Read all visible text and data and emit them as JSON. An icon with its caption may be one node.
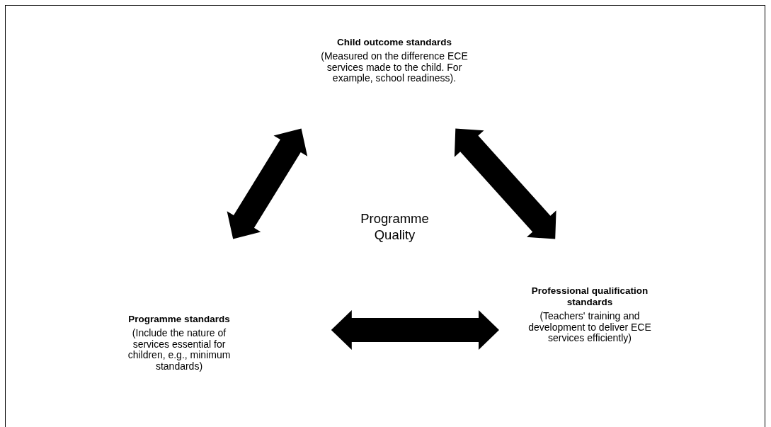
{
  "diagram": {
    "nodes": [
      {
        "text": [
          "Child outcome standards",
          "(Measured on the difference ECE services made to the child. For example, school readiness)."
        ]
      },
      {
        "text": [
          "Programme standards",
          "(Include the nature of services essential for children, e.g., minimum standards)"
        ]
      },
      {
        "text": [
          "Professional qualification standards",
          "(Teachers' training and development to deliver ECE services efficiently)"
        ]
      },
      {
        "text": [
          "Programme Quality"
        ]
      }
    ],
    "edges": [
      {
        "from": 0,
        "to": 1,
        "arrow": "both"
      },
      {
        "from": 0,
        "to": 2,
        "arrow": "both"
      },
      {
        "from": 1,
        "to": 2,
        "arrow": "both"
      }
    ]
  }
}
